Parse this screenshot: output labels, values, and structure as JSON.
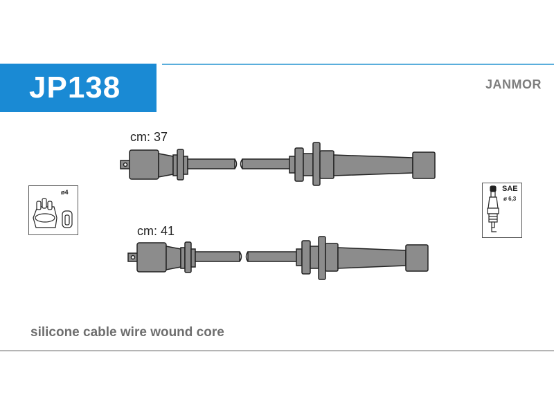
{
  "header": {
    "code": "JP138",
    "brand": "JANMOR"
  },
  "wires": [
    {
      "length_label": "cm: 37"
    },
    {
      "length_label": "cm: 41"
    }
  ],
  "distributor_icon": {
    "diameter_label": "ø4"
  },
  "sparkplug_icon": {
    "standard_label": "SAE",
    "diameter_label": "ø 6,3"
  },
  "caption": "silicone cable wire wound core",
  "colors": {
    "accent": "#1a8ad4",
    "brand_text": "#7d7d7d",
    "part_fill": "#8c8c8c",
    "part_stroke": "#222222"
  }
}
